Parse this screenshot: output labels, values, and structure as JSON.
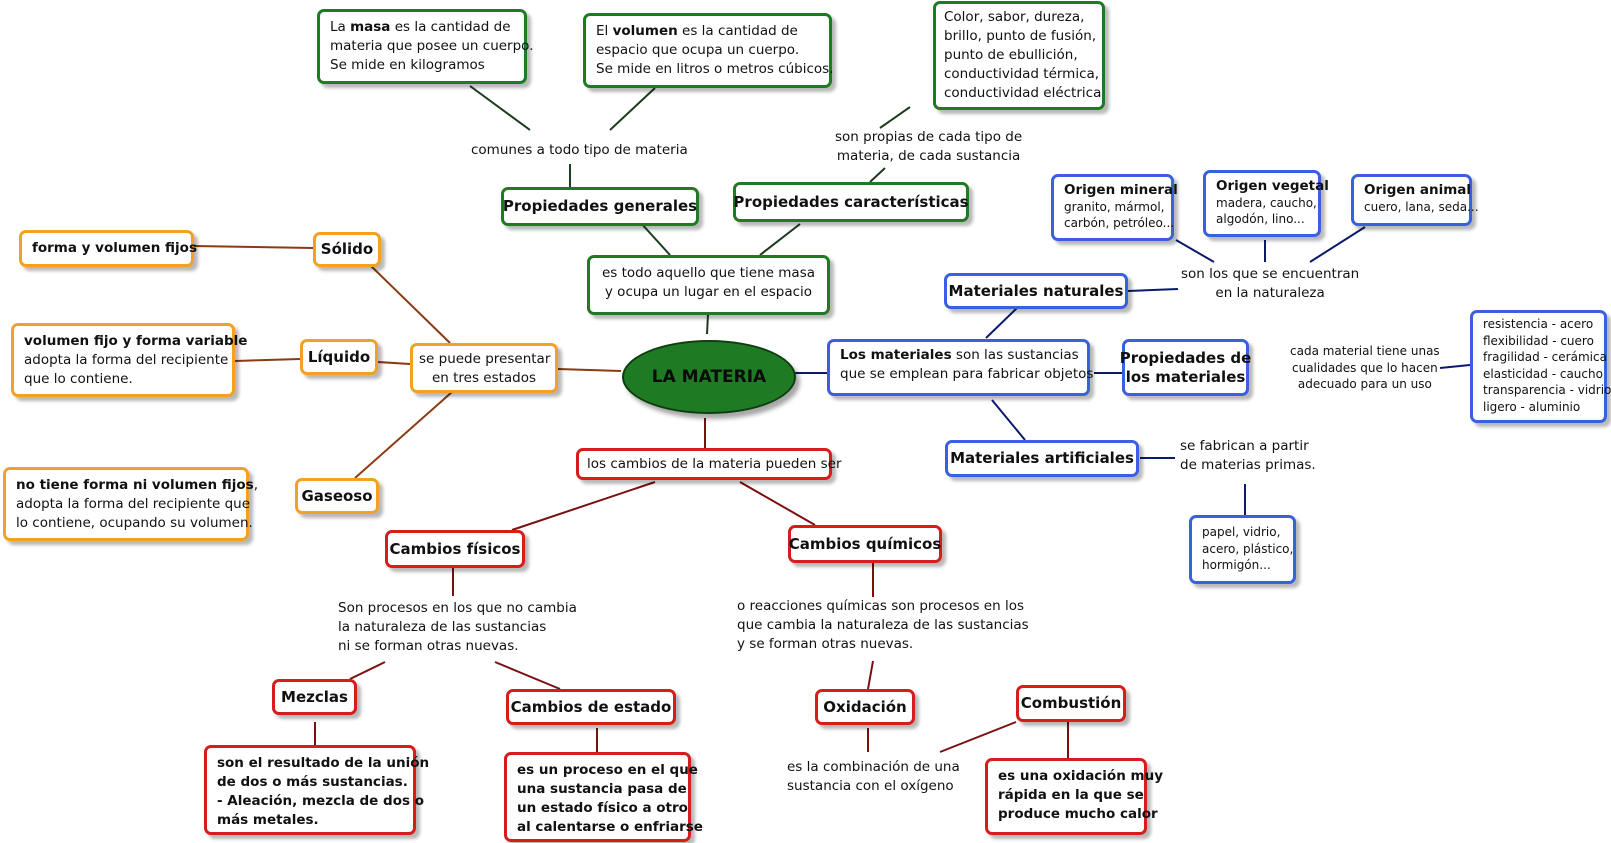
{
  "central": "LA MATERIA",
  "definition": [
    "es todo aquello que tiene masa",
    "y ocupa un lugar en el espacio"
  ],
  "prop_generales": "Propiedades generales",
  "prop_caracteristicas": "Propiedades características",
  "comunes_label": "comunes a todo tipo de materia",
  "propias_label": [
    "son propias de cada tipo de",
    "materia, de cada sustancia"
  ],
  "masa": {
    "pre": "La ",
    "bold": "masa",
    "post": " es la cantidad de",
    "l2": "materia que posee un cuerpo.",
    "l3": "Se mide en kilogramos"
  },
  "volumen": {
    "pre": "El ",
    "bold": "volumen",
    "post": " es la cantidad de",
    "l2": "espacio que ocupa un cuerpo.",
    "l3": "Se mide en litros o metros cúbicos."
  },
  "caracteristicas_box": [
    "Color, sabor, dureza,",
    "brillo, punto de fusión,",
    "punto de ebullición,",
    "conductividad térmica,",
    "conductividad eléctrica"
  ],
  "estados_label": [
    "se puede presentar",
    "en tres estados"
  ],
  "solido": "Sólido",
  "liquido": "Líquido",
  "gaseoso": "Gaseoso",
  "solido_desc": "forma y volumen fijos",
  "liquido_desc": {
    "bold": "volumen fijo y forma variable",
    "l2": " adopta la forma del recipiente",
    "l3": "que lo contiene."
  },
  "gaseoso_desc": {
    "bold": "no tiene forma ni volumen fijos",
    "post": ",",
    "l2": "adopta la forma del recipiente que",
    "l3": "lo contiene, ocupando su volumen."
  },
  "materiales": {
    "bold": "Los materiales",
    "post": " son las sustancias",
    "l2": "que se emplean para fabricar objetos"
  },
  "mat_naturales": "Materiales naturales",
  "mat_artificiales": "Materiales artificiales",
  "prop_materiales": [
    "Propiedades de",
    "los materiales"
  ],
  "naturales_label": [
    "son los que se encuentran",
    "en la naturaleza"
  ],
  "origen_mineral": {
    "title": "Origen mineral",
    "l1": "granito, mármol,",
    "l2": "carbón, petróleo..."
  },
  "origen_vegetal": {
    "title": "Origen vegetal",
    "l1": "madera, caucho,",
    "l2": "algodón, lino..."
  },
  "origen_animal": {
    "title": "Origen animal",
    "l1": "cuero, lana, seda..."
  },
  "prop_mat_label": [
    "cada material tiene unas",
    "cualidades que lo hacen",
    "adecuado para un uso"
  ],
  "prop_mat_list": [
    "resistencia - acero",
    "flexibilidad - cuero",
    "fragilidad - cerámica",
    "elasticidad - caucho",
    "transparencia - vidrio",
    "ligero - aluminio"
  ],
  "artificiales_label": [
    "se fabrican a partir",
    "de materias primas."
  ],
  "artificiales_ex": [
    "papel, vidrio,",
    "acero, plástico,",
    "hormigón..."
  ],
  "cambios_label": "los cambios de la materia pueden ser",
  "cambios_fisicos": "Cambios físicos",
  "cambios_quimicos": "Cambios químicos",
  "fisicos_label": [
    "Son procesos en los que no cambia",
    "la naturaleza de las sustancias",
    "ni se forman otras nuevas."
  ],
  "quimicos_label": [
    "o reacciones químicas son procesos en los",
    "que cambia la naturaleza de las sustancias",
    "y se forman otras nuevas."
  ],
  "mezclas": "Mezclas",
  "cambios_estado": "Cambios de estado",
  "oxidacion": "Oxidación",
  "combustion": "Combustión",
  "mezclas_desc": [
    "son el resultado de la unión",
    "de dos o más sustancias.",
    "- Aleación, mezcla de dos o",
    "más metales."
  ],
  "estado_desc": [
    "es un proceso en el que",
    "una sustancia pasa de",
    "un estado físico a otro",
    "al calentarse o enfriarse"
  ],
  "oxidacion_label": [
    "es la combinación de una",
    "sustancia con el oxígeno"
  ],
  "combustion_desc": [
    "es una oxidación muy",
    "rápida en la que se",
    "produce mucho calor"
  ],
  "colors": {
    "green": "#1f7a24",
    "blue": "#3a5fe0",
    "orange": "#f2a125",
    "red": "#d81c1c",
    "brown": "#8b3a12",
    "navy": "#0a1a6e",
    "darkred": "#7a1010"
  }
}
